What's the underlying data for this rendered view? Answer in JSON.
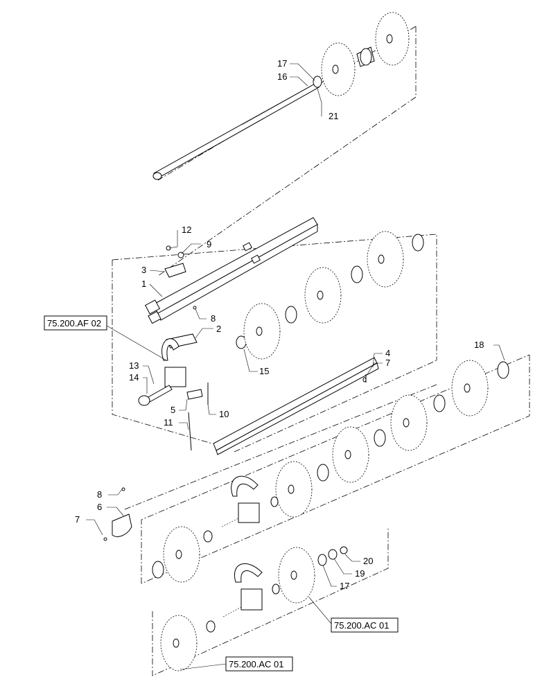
{
  "callouts": [
    "1",
    "2",
    "3",
    "4",
    "5",
    "6",
    "7",
    "7b",
    "8",
    "8b",
    "9",
    "10",
    "11",
    "12",
    "13",
    "14",
    "15",
    "16",
    "17",
    "17b",
    "18",
    "19",
    "20",
    "21"
  ],
  "labels": {
    "c1": "1",
    "c2": "2",
    "c3": "3",
    "c4": "4",
    "c5": "5",
    "c6": "6",
    "c7a": "7",
    "c7b": "7",
    "c8a": "8",
    "c8b": "8",
    "c9": "9",
    "c10": "10",
    "c11": "11",
    "c12": "12",
    "c13": "13",
    "c14": "14",
    "c15": "15",
    "c16": "16",
    "c17a": "17",
    "c17b": "17",
    "c18": "18",
    "c19": "19",
    "c20": "20",
    "c21": "21"
  },
  "references": {
    "af02": "75.200.AF 02",
    "ac01_upper": "75.200.AC 01",
    "ac01_lower": "75.200.AC 01"
  }
}
